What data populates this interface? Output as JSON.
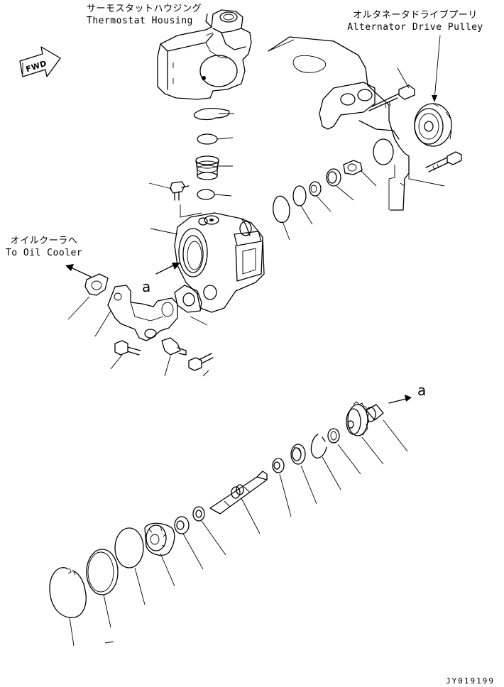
{
  "labels": {
    "thermostat_housing_jp": "サーモスタットハウジング",
    "thermostat_housing_en": "Thermostat Housing",
    "alternator_pulley_jp": "オルタネータドライブプーリ",
    "alternator_pulley_en": "Alternator Drive Pulley",
    "oil_cooler_jp": "オイルクーラへ",
    "oil_cooler_en": "To Oil Cooler",
    "fwd": "FWD",
    "ref_a_upper": "a",
    "ref_a_lower": "a",
    "drawing_code": "JY019199"
  }
}
